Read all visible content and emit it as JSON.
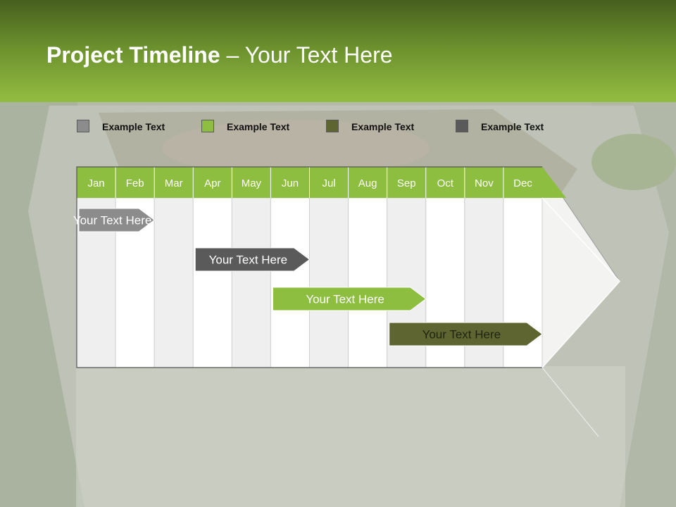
{
  "title": {
    "bold": "Project Timeline",
    "rest": " – Your Text Here"
  },
  "legend": [
    {
      "label": "Example Text",
      "color": "#8c8c8c"
    },
    {
      "label": "Example Text",
      "color": "#8dbe3f"
    },
    {
      "label": "Example Text",
      "color": "#5f6530"
    },
    {
      "label": "Example Text",
      "color": "#5a5a5a"
    }
  ],
  "months": [
    "Jan",
    "Feb",
    "Mar",
    "Apr",
    "May",
    "Jun",
    "Jul",
    "Aug",
    "Sep",
    "Oct",
    "Nov",
    "Dec"
  ],
  "tasks": [
    {
      "label": "Your  Text Here",
      "start_month": "Jan",
      "end_month": "Feb",
      "color": "#8c8c8c"
    },
    {
      "label": "Your  Text Here",
      "start_month": "Apr",
      "end_month": "Jun",
      "color": "#5a5a5a"
    },
    {
      "label": "Your  Text Here",
      "start_month": "Jun",
      "end_month": "Sep",
      "color": "#8dbe3f"
    },
    {
      "label": "Your  Text Here",
      "start_month": "Sep",
      "end_month": "Dec",
      "color": "#5f6530"
    }
  ],
  "colors": {
    "header_bar": "#8dbe3f",
    "accent": "#7ea93a"
  }
}
